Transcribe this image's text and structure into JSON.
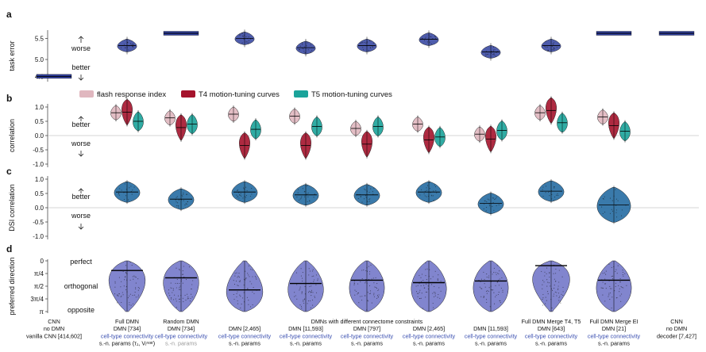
{
  "chart_data": [
    {
      "panel": "a",
      "type": "violin",
      "ylabel": "task error",
      "yticks": [
        "4.6",
        "5.0",
        "5.5"
      ],
      "ylim": [
        4.55,
        5.62
      ],
      "annotations": {
        "worse": "worse",
        "better": "better"
      },
      "color": "#2f3f9e",
      "values": [
        4.6,
        5.33,
        5.62,
        5.5,
        5.28,
        5.33,
        5.48,
        5.18,
        5.33,
        5.62,
        5.62
      ]
    },
    {
      "panel": "b",
      "type": "violin",
      "ylabel": "correlation",
      "yticks": [
        "1.0",
        "0.5",
        "0.0",
        "-0.5",
        "-1.0"
      ],
      "ylim": [
        -1.0,
        1.0
      ],
      "annotations": {
        "better": "better",
        "worse": "worse"
      },
      "series": [
        {
          "name": "flash response index",
          "color": "#e0b7bf",
          "values": [
            null,
            0.8,
            0.62,
            0.75,
            0.68,
            0.25,
            0.4,
            0.05,
            0.8,
            0.65,
            null
          ]
        },
        {
          "name": "T4 motion-tuning curves",
          "color": "#a5132c",
          "values": [
            null,
            0.82,
            0.28,
            -0.35,
            -0.35,
            -0.3,
            -0.15,
            -0.12,
            0.88,
            0.35,
            null
          ]
        },
        {
          "name": "T5 motion-tuning curves",
          "color": "#1aa39a",
          "values": [
            null,
            0.5,
            0.4,
            0.22,
            0.32,
            0.32,
            -0.05,
            0.18,
            0.45,
            0.15,
            null
          ]
        }
      ]
    },
    {
      "panel": "c",
      "type": "violin",
      "ylabel": "DSI correlation",
      "yticks": [
        "1.0",
        "0.5",
        "0.0",
        "-0.5",
        "-1.0"
      ],
      "ylim": [
        -1.0,
        1.0
      ],
      "annotations": {
        "better": "better",
        "worse": "worse"
      },
      "color": "#2f73a6",
      "values": [
        null,
        0.55,
        0.3,
        0.55,
        0.45,
        0.45,
        0.55,
        0.15,
        0.58,
        0.1,
        null
      ]
    },
    {
      "panel": "d",
      "type": "violin",
      "ylabel": "preferred direction",
      "yticks": [
        "0",
        "π/4",
        "π/2",
        "3π/4",
        "π"
      ],
      "ylim": [
        0,
        3.1416
      ],
      "annotations": {
        "perfect": "perfect",
        "orthogonal": "orthogonal",
        "opposite": "opposite"
      },
      "color": "#7378c9",
      "medians": [
        null,
        0.6,
        1.05,
        1.8,
        1.4,
        1.2,
        1.35,
        1.25,
        0.3,
        1.2,
        null
      ]
    }
  ],
  "x_labels": [
    {
      "lines": [
        {
          "t": "CNN"
        },
        {
          "t": "no DMN"
        },
        {
          "t": "vanilla CNN [414,602]"
        }
      ]
    },
    {
      "lines": [
        {
          "t": "Full DMN"
        },
        {
          "t": "DMN [734]"
        },
        {
          "t": "cell-type connectivity",
          "c": "blue"
        },
        {
          "t": "s.-n. params (τ₁, Vᵢʳᵉˢᵗ)"
        }
      ]
    },
    {
      "lines": [
        {
          "t": "Random DMN"
        },
        {
          "t": "DMN [734]"
        },
        {
          "t": "cell-type connectivity",
          "c": "blue"
        },
        {
          "t": "s.-n. params",
          "c": "gray"
        }
      ]
    },
    {
      "lines": [
        {
          "t": ""
        },
        {
          "t": "DMN [2,465]"
        },
        {
          "t": "cell-type connectivity",
          "c": "blue"
        },
        {
          "t": "s.-n. params"
        }
      ]
    },
    {
      "lines": [
        {
          "t": ""
        },
        {
          "t": "DMN [11,593]"
        },
        {
          "t": "cell-type connectivity",
          "c": "blue"
        },
        {
          "t": "s.-n. params"
        }
      ]
    },
    {
      "lines": [
        {
          "t": "DMNs with different connectome constraints"
        },
        {
          "t": "DMN [797]"
        },
        {
          "t": "cell-type connectivity",
          "c": "blue"
        },
        {
          "t": "s.-n. params"
        }
      ]
    },
    {
      "lines": [
        {
          "t": ""
        },
        {
          "t": "DMN [2,465]"
        },
        {
          "t": "cell-type connectivity",
          "c": "blue"
        },
        {
          "t": "s.-n. params"
        }
      ]
    },
    {
      "lines": [
        {
          "t": ""
        },
        {
          "t": "DMN [11,593]"
        },
        {
          "t": "cell-type connectivity",
          "c": "blue"
        },
        {
          "t": "s.-n. params"
        }
      ]
    },
    {
      "lines": [
        {
          "t": "Full DMN Merge T4, T5"
        },
        {
          "t": "DMN [643]"
        },
        {
          "t": "cell-type connectivity",
          "c": "blue"
        },
        {
          "t": "s.-n. params"
        }
      ]
    },
    {
      "lines": [
        {
          "t": "Full DMN Merge EI"
        },
        {
          "t": "DMN [21]"
        },
        {
          "t": "cell-type connectivity",
          "c": "blue"
        },
        {
          "t": "s.-n. params"
        }
      ]
    },
    {
      "lines": [
        {
          "t": "CNN"
        },
        {
          "t": "no DMN"
        },
        {
          "t": "decoder [7,427]"
        }
      ]
    }
  ]
}
